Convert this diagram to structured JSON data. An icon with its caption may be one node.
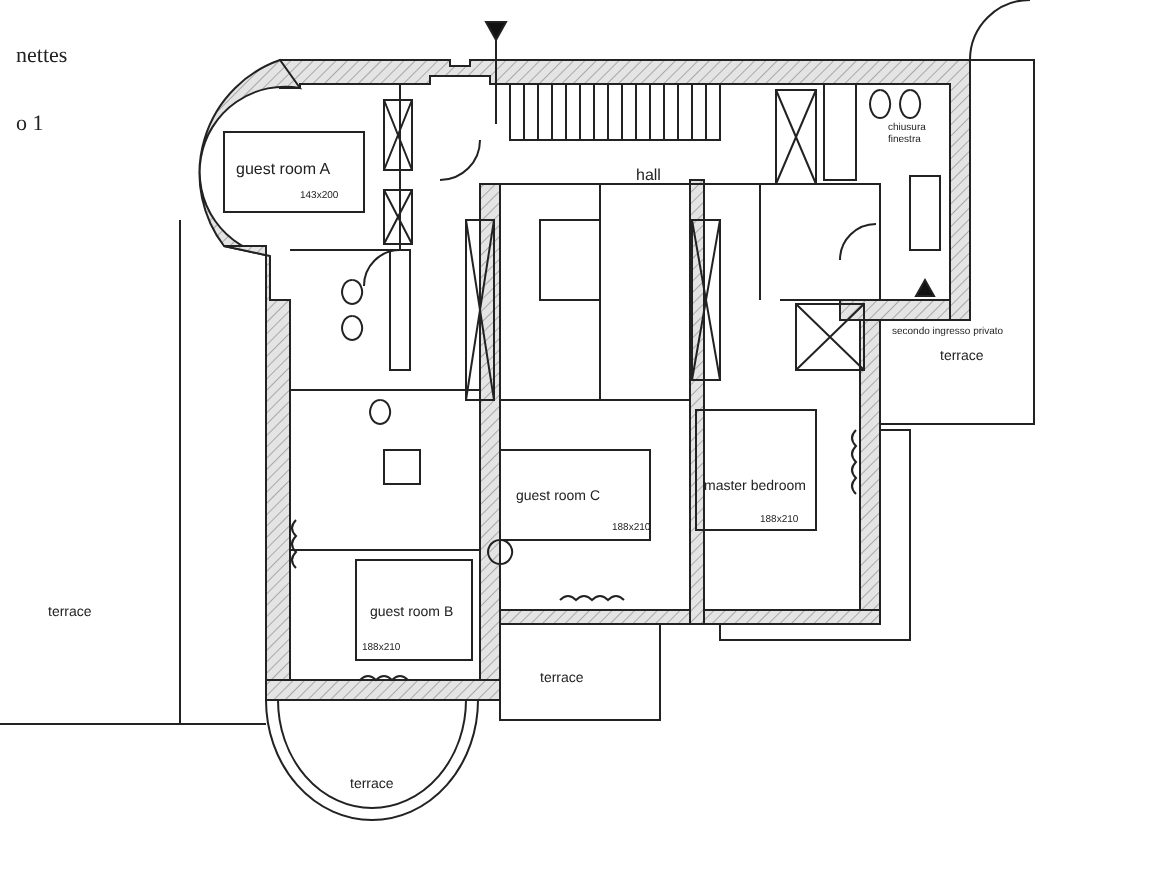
{
  "diagram": {
    "labels": [
      "nettes",
      "o 1",
      "guest room A",
      "143x200",
      "hall",
      "chiusura finestra",
      "secondo ingresso privato",
      "terrace",
      "guest room C",
      "188x210",
      "master bedroom",
      "188x210",
      "terrace",
      "guest room B",
      "188x210",
      "terrace",
      "terrace"
    ]
  }
}
